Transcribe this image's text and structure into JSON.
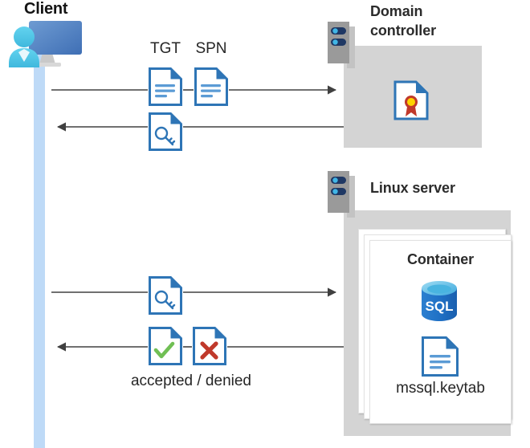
{
  "diagram": {
    "title_client": "Client",
    "nodes": [
      {
        "id": "domain-controller",
        "label": "Domain\ncontroller",
        "label_line1": "Domain",
        "label_line2": "controller",
        "icon": "server-rack-icon"
      },
      {
        "id": "linux-server",
        "label": "Linux server",
        "icon": "server-rack-icon"
      }
    ],
    "container": {
      "title": "Container",
      "items": [
        {
          "icon": "sql-database-icon",
          "label": "SQL"
        },
        {
          "icon": "document-icon",
          "label": "mssql.keytab"
        }
      ]
    },
    "flows": [
      {
        "id": "request-tgt-spn",
        "direction": "right",
        "from": "client",
        "to": "domain-controller",
        "icons": [
          {
            "name": "document-lines-icon",
            "label": "TGT"
          },
          {
            "name": "document-lines-icon",
            "label": "SPN"
          }
        ]
      },
      {
        "id": "issue-ticket",
        "direction": "left",
        "from": "domain-controller",
        "to": "client",
        "icons": [
          {
            "name": "document-key-icon",
            "label": ""
          }
        ]
      },
      {
        "id": "present-ticket",
        "direction": "right",
        "from": "client",
        "to": "linux-server",
        "icons": [
          {
            "name": "document-key-icon",
            "label": ""
          }
        ]
      },
      {
        "id": "auth-result",
        "direction": "left",
        "from": "linux-server",
        "to": "client",
        "icons": [
          {
            "name": "document-check-icon",
            "label": "accepted"
          },
          {
            "name": "document-cross-icon",
            "label": "denied"
          }
        ],
        "caption": "accepted / denied"
      }
    ],
    "labels": {
      "tgt": "TGT",
      "spn": "SPN",
      "result": "accepted / denied",
      "keytab": "mssql.keytab",
      "sql": "SQL"
    },
    "colors": {
      "panel_gray": "#d4d4d4",
      "rack_gray": "#9a9a9a",
      "rack_bar_navy": "#1f3864",
      "rack_dot_blue": "#41b6e6",
      "lifeline_blue": "#bedaf7",
      "doc_blue": "#2e75b6",
      "doc_fold_blue": "#2e75b6",
      "line_dark": "#404040",
      "check_green": "#70bf54",
      "cross_red": "#c0392b",
      "cert_red": "#c0392b",
      "cert_yellow": "#ffd400",
      "sql_blue": "#1f6fc4",
      "monitor_blue": "#4a7ebb",
      "person_cyan": "#4fc3e8",
      "title_dark": "#2b2b2b",
      "text_dark": "#262626"
    }
  }
}
